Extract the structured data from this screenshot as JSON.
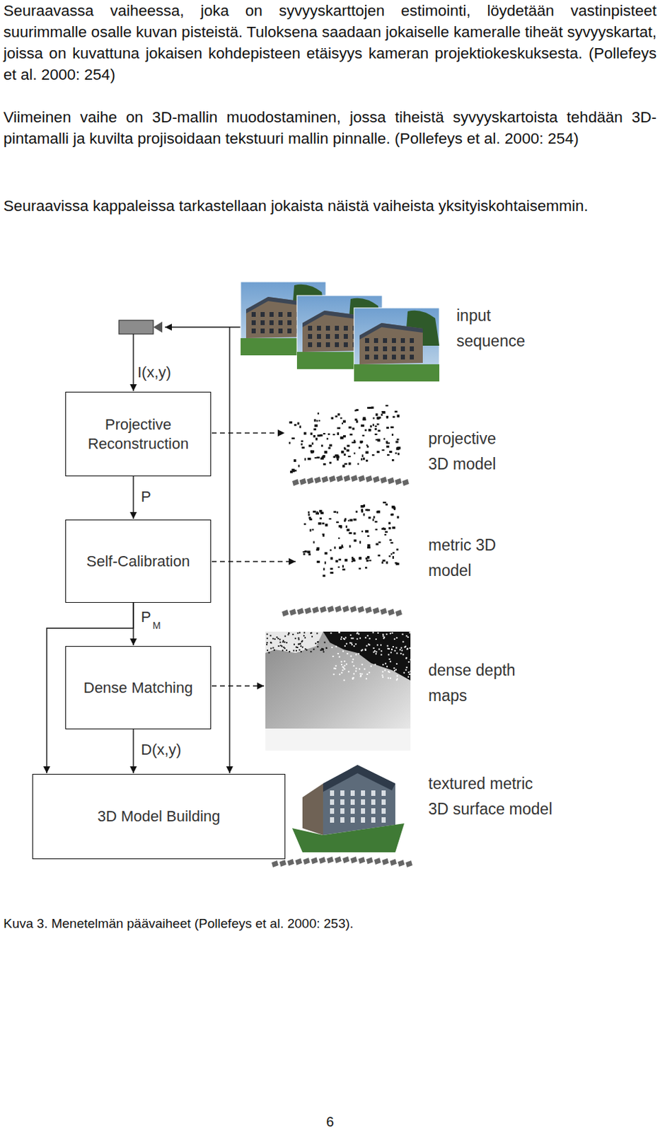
{
  "diagram": {
    "caption": "Kuva 3. Menetelmän päävaiheet (Pollefeys et al. 2000: 253).",
    "nodes": [
      {
        "text": [
          "Projective Reconstruction"
        ]
      },
      {
        "text": [
          "Self-Calibration"
        ]
      },
      {
        "text": [
          "Dense Matching"
        ]
      },
      {
        "text": [
          "3D Model Building"
        ]
      }
    ],
    "edges": [
      {
        "from": 0,
        "to": 1,
        "arrow": "to",
        "label": "P"
      },
      {
        "from": 1,
        "to": 2,
        "arrow": "to",
        "label": "P"
      },
      {
        "from": 2,
        "to": 3,
        "arrow": "to",
        "label": "D(x,y)"
      },
      {
        "from": 1,
        "to": 3,
        "arrow": "to"
      }
    ],
    "labels": [
      "Seuraavassa vaiheessa, joka on syvyyskarttojen estimointi, löydetään vastinpisteet suurimmalle osalle kuvan pisteistä. Tuloksena saadaan jokaiselle kameralle tiheät syvyyskartat, joissa on kuvattuna jokaisen kohdepisteen etäisyys kameran projektiokeskuksesta. (Pollefeys et al. 2000: 254)",
      "Viimeinen vaihe on 3D-mallin muodostaminen, jossa tiheistä syvyyskartoista tehdään 3D-pintamalli ja kuvilta projisoidaan tekstuuri mallin pinnalle. (Pollefeys et al. 2000: 254)",
      "Seuraavissa kappaleissa tarkastellaan jokaista näistä vaiheista yksityiskohtaisemmin.",
      "I(x,y)",
      "M",
      "input sequence",
      "projective 3D model",
      "metric 3D model",
      "dense depth maps",
      "textured metric 3D surface model",
      "6"
    ]
  }
}
